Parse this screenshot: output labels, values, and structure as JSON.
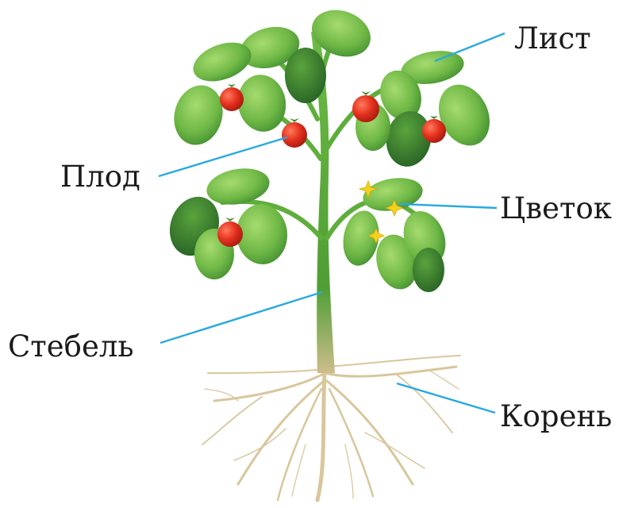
{
  "labels": {
    "leaf": "Лист",
    "fruit": "Плод",
    "flower": "Цветок",
    "stem": "Стебель",
    "root": "Корень"
  },
  "colors": {
    "leader_line": "#29a9de",
    "leaf_light": "#8fcf5a",
    "leaf_dark": "#2f7a2c",
    "stem": "#5fae3c",
    "fruit": "#e0321f",
    "flower": "#f4d11c",
    "root": "#d9c9a0"
  }
}
